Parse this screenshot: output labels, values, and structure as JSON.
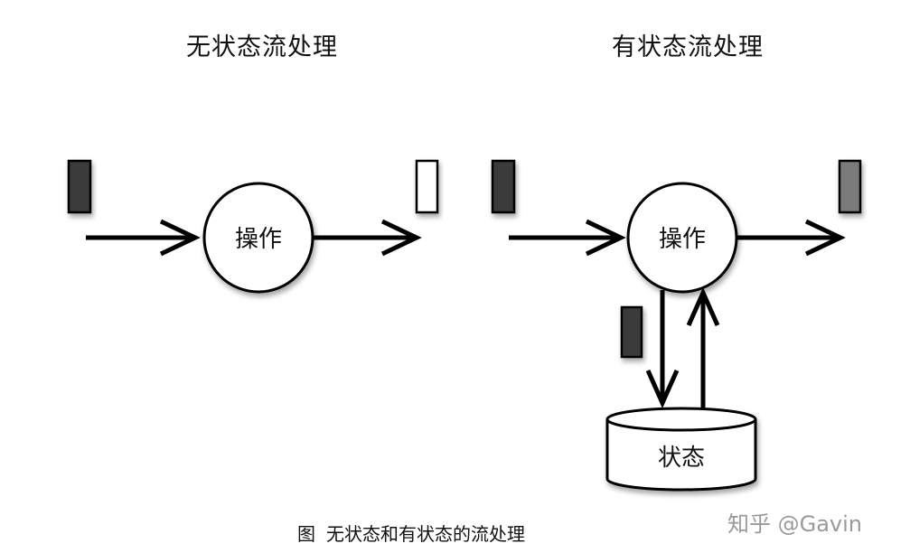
{
  "titles": {
    "stateless": "无状态流处理",
    "stateful": "有状态流处理"
  },
  "nodes": {
    "stateless_operator": "操作",
    "stateful_operator": "操作",
    "state_store": "状态"
  },
  "caption": {
    "prefix": "图",
    "text": "无状态和有状态的流处理"
  },
  "watermark": "知乎 @Gavin",
  "colors": {
    "dark_event": "#3a3a3a",
    "light_event": "#ffffff",
    "gray_event": "#7a7a7a",
    "stroke": "#000000"
  }
}
